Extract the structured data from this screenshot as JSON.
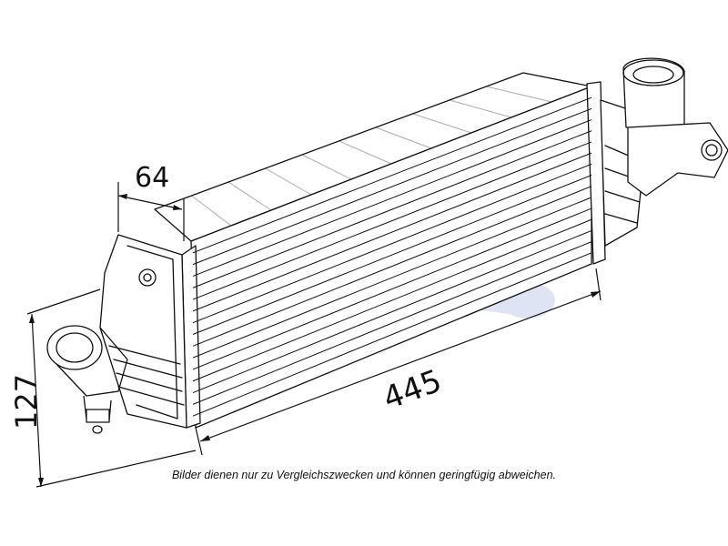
{
  "dimensions": {
    "depth": "64",
    "length": "445",
    "height": "127"
  },
  "caption": "Bilder dienen nur zu Vergleichszwecken und können geringfügig abweichen.",
  "watermark": {
    "colors": [
      "#e05050",
      "#5070c0"
    ]
  }
}
